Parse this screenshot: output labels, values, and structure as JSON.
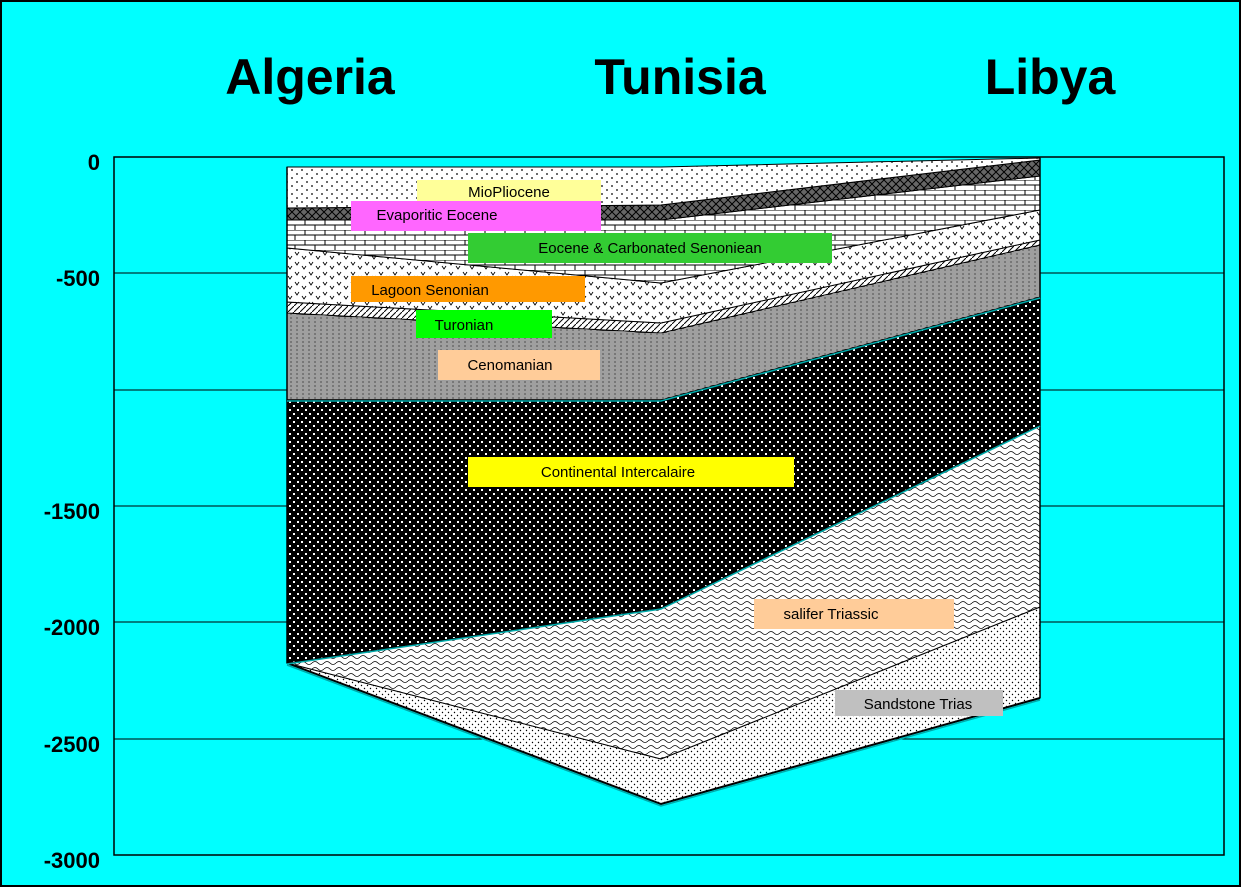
{
  "countries": [
    "Algeria",
    "Tunisia",
    "Libya"
  ],
  "y_axis": {
    "ticks": [
      "0",
      "-500",
      "-1500",
      "-2000",
      "-2500",
      "-3000"
    ]
  },
  "layers": [
    {
      "label": "MioPliocene",
      "label_color": "#ffff99"
    },
    {
      "label": "Evaporitic Eocene",
      "label_color": "#ff66ff"
    },
    {
      "label": "Eocene & Carbonated Senoniean",
      "label_color": "#33cc33"
    },
    {
      "label": "Lagoon Senonian",
      "label_color": "#ff9900"
    },
    {
      "label": "Turonian",
      "label_color": "#00ff00"
    },
    {
      "label": "Cenomanian",
      "label_color": "#ffcc99"
    },
    {
      "label": "Continental Intercalaire",
      "label_color": "#ffff00"
    },
    {
      "label": "salifer Triassic",
      "label_color": "#ffcc99"
    },
    {
      "label": "Sandstone Trias",
      "label_color": "#c0c0c0"
    }
  ]
}
